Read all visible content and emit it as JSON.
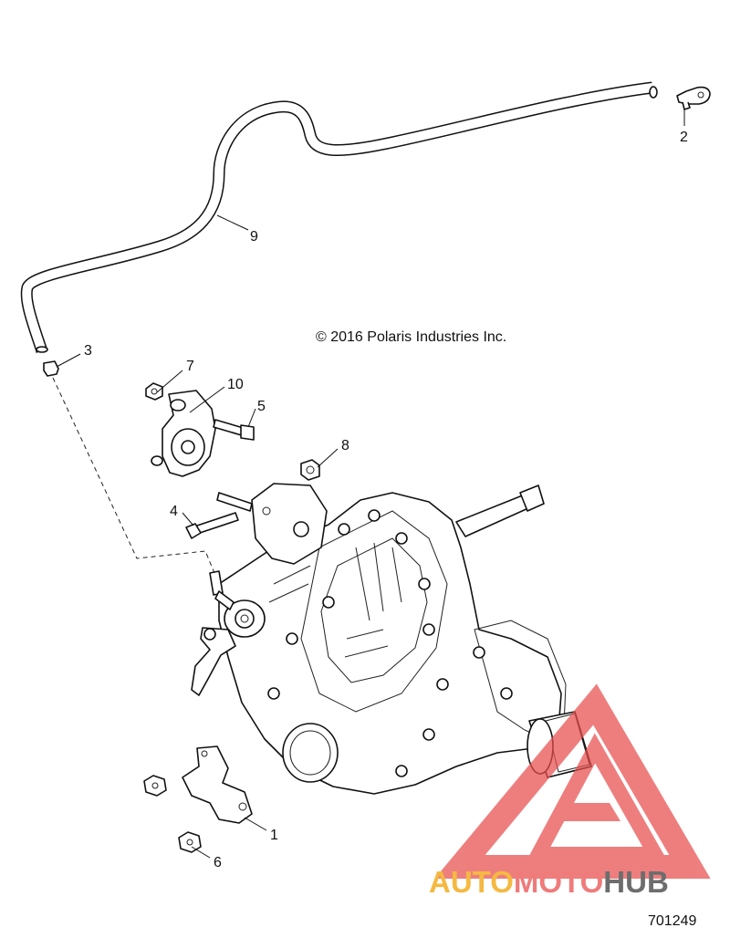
{
  "diagram": {
    "copyright": "© 2016 Polaris Industries Inc.",
    "figure_number": "701249",
    "callouts": [
      {
        "id": "1",
        "label": "1"
      },
      {
        "id": "2",
        "label": "2"
      },
      {
        "id": "3",
        "label": "3"
      },
      {
        "id": "4",
        "label": "4"
      },
      {
        "id": "5",
        "label": "5"
      },
      {
        "id": "6",
        "label": "6"
      },
      {
        "id": "7",
        "label": "7"
      },
      {
        "id": "8",
        "label": "8"
      },
      {
        "id": "9",
        "label": "9"
      },
      {
        "id": "10",
        "label": "10"
      }
    ]
  },
  "watermark": {
    "part1": "AUTO",
    "part2": "MOTO",
    "part3": "HUB",
    "colors": {
      "auto": "#f5b942",
      "moto": "#ef7b7b",
      "hub": "#6d6d6d",
      "triangle": "#e84d4d"
    }
  }
}
